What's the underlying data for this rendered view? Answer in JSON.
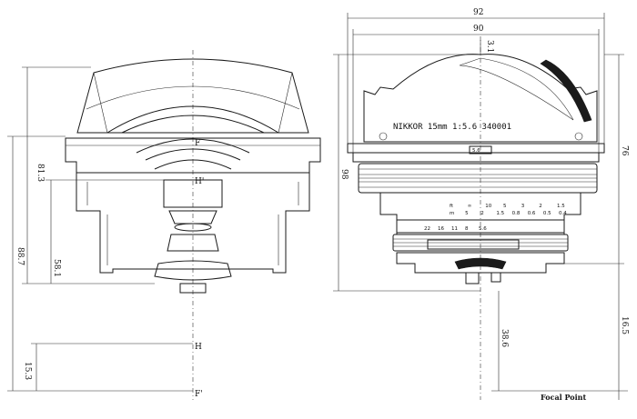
{
  "dims_right": {
    "overall_width": "92",
    "front_width": "90",
    "hood_height": "3.1",
    "body_length": "76",
    "total_length": "98",
    "rear_length": "38.6",
    "rear_protrusion": "16.5"
  },
  "dims_left": {
    "length_a": "81.3",
    "length_b": "88.7",
    "length_c": "58.1",
    "length_d": "15.3"
  },
  "points": {
    "front_focal": "F",
    "principal": "H",
    "principal_rear": "H'",
    "rear_focal": "F'"
  },
  "barrel": {
    "engraving": "NIKKOR 15mm 1:5.6 340001",
    "f_mark": "5.6",
    "distance_feet": [
      "ft",
      "∞",
      "10",
      "5",
      "3",
      "2",
      "1.5"
    ],
    "distance_m": [
      "m",
      "5",
      "2",
      "1.5",
      "0.8",
      "0.6",
      "0.5",
      "0.4"
    ],
    "depth_scale": [
      "22",
      "16",
      "11",
      "8",
      "5.6"
    ]
  },
  "caption": "Focal Point"
}
